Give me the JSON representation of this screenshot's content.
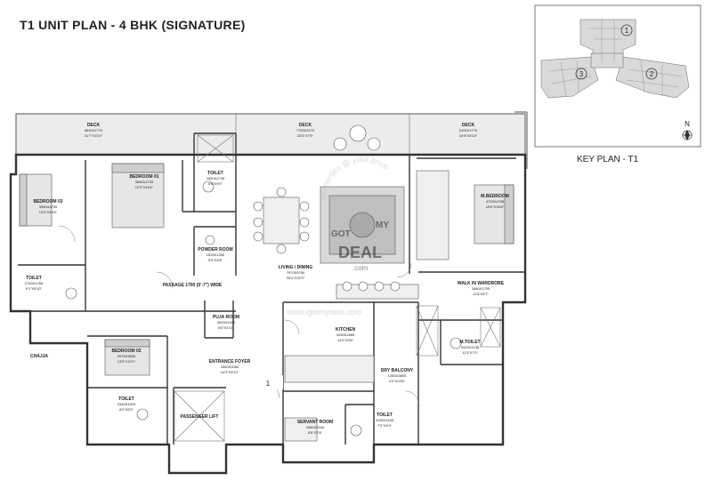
{
  "title": "T1 UNIT PLAN - 4 BHK  (SIGNATURE)",
  "key_plan": {
    "caption": "KEY PLAN - T1",
    "north": "N",
    "towers": [
      "1",
      "2",
      "3"
    ]
  },
  "rooms": {
    "deck_left": {
      "label": "DECK",
      "dims": "9630X1770",
      "imperial": "31'7\"X5'10\""
    },
    "deck_center": {
      "label": "DECK",
      "dims": "7700X2270",
      "imperial": "25'3\"X7'5\""
    },
    "deck_right": {
      "label": "DECK",
      "dims": "5100X1770",
      "imperial": "16'9\"X5'10\""
    },
    "bedroom_03": {
      "label": "BEDROOM 03",
      "dims": "3960X4735",
      "imperial": "13'0\"X15'6\""
    },
    "bedroom_01": {
      "label": "BEDROOM 01",
      "dims": "3650X4735",
      "imperial": "12'0\"X15'6\""
    },
    "toilet_top": {
      "label": "TOILET",
      "dims": "1650X2735",
      "imperial": "5'5\"X9'0\""
    },
    "powder_room": {
      "label": "POWDER ROOM",
      "dims": "1520X1350",
      "imperial": "5'0\"X4'5\""
    },
    "living_dining": {
      "label": "LIVING / DINING",
      "dims": "7970X6780",
      "imperial": "26'2\"X22'3\""
    },
    "m_bedroom": {
      "label": "M.BEDROOM",
      "dims": "4720X4755",
      "imperial": "15'6\"X15'8\""
    },
    "toilet_left": {
      "label": "TOILET",
      "dims": "2760X1765",
      "imperial": "9'1\"X5'10\""
    },
    "passage": {
      "label": "PASSAGE 1700 (5'-7\") WIDE"
    },
    "walk_in": {
      "label": "WALK IN WARDROBE",
      "dims": "3480X1700",
      "imperial": "11'5\"X5'7\""
    },
    "puja_room": {
      "label": "PUJA ROOM",
      "dims": "2000X1500",
      "imperial": "6'6\"X4'11\""
    },
    "m_toilet": {
      "label": "M.TOILET",
      "dims": "3420X2135",
      "imperial": "11'3\"X7'0\""
    },
    "kitchen": {
      "label": "KITCHEN",
      "dims": "4250X2885",
      "imperial": "14'0\"X9'6\""
    },
    "chajja": {
      "label": "CHAJJA"
    },
    "bedroom_02": {
      "label": "BEDROOM 02",
      "dims": "3975X3650",
      "imperial": "13'0\"X12'0\""
    },
    "entrance_foyer": {
      "label": "ENTRANCE FOYER",
      "dims": "4350X2080",
      "imperial": "14'3\"X6'10\""
    },
    "dry_balcony": {
      "label": "DRY BALCONY",
      "dims": "1280X3800",
      "imperial": "4'2\"X12'6\""
    },
    "toilet_bottom": {
      "label": "TOILET",
      "dims": "2440X1520",
      "imperial": "8'0\"X5'0\""
    },
    "servant_room": {
      "label": "SERVANT ROOM",
      "dims": "2580X2340",
      "imperial": "8'6\"X7'8\""
    },
    "toilet_servant": {
      "label": "TOILET",
      "dims": "2130X1445",
      "imperial": "7'0\"X4'9\""
    },
    "passenger_lift": {
      "label": "PASSENGER LIFT"
    }
  },
  "entry_marker": "1",
  "watermark": {
    "arc": "properties @ your price",
    "logo_top": "GOT",
    "logo_mid": "MY",
    "logo_big": "DEAL",
    "logo_com": ".com",
    "url": "www.igotmydeal.com"
  }
}
